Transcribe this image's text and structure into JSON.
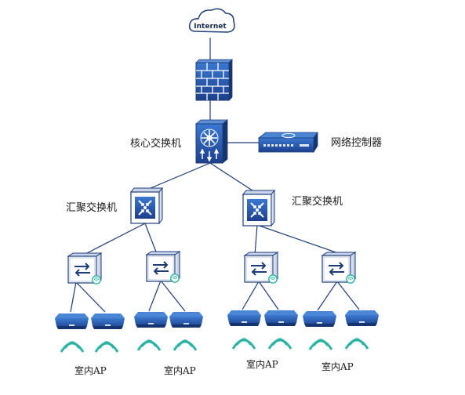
{
  "internet_label": "Internet",
  "core_switch_label": "核心交换机",
  "network_controller_label": "网络控制器",
  "aggregation_left_label": "汇聚交换机",
  "aggregation_right_label": "汇聚交换机",
  "ap_labels": [
    "室内AP",
    "室内AP",
    "室内AP",
    "室内AP"
  ],
  "colors": {
    "line": "#1e3c78",
    "device_dark": "#1f3f86",
    "device_light": "#2f6bc4",
    "wifi_wave": "#2bb3a3",
    "access_box": "#ffffff"
  }
}
